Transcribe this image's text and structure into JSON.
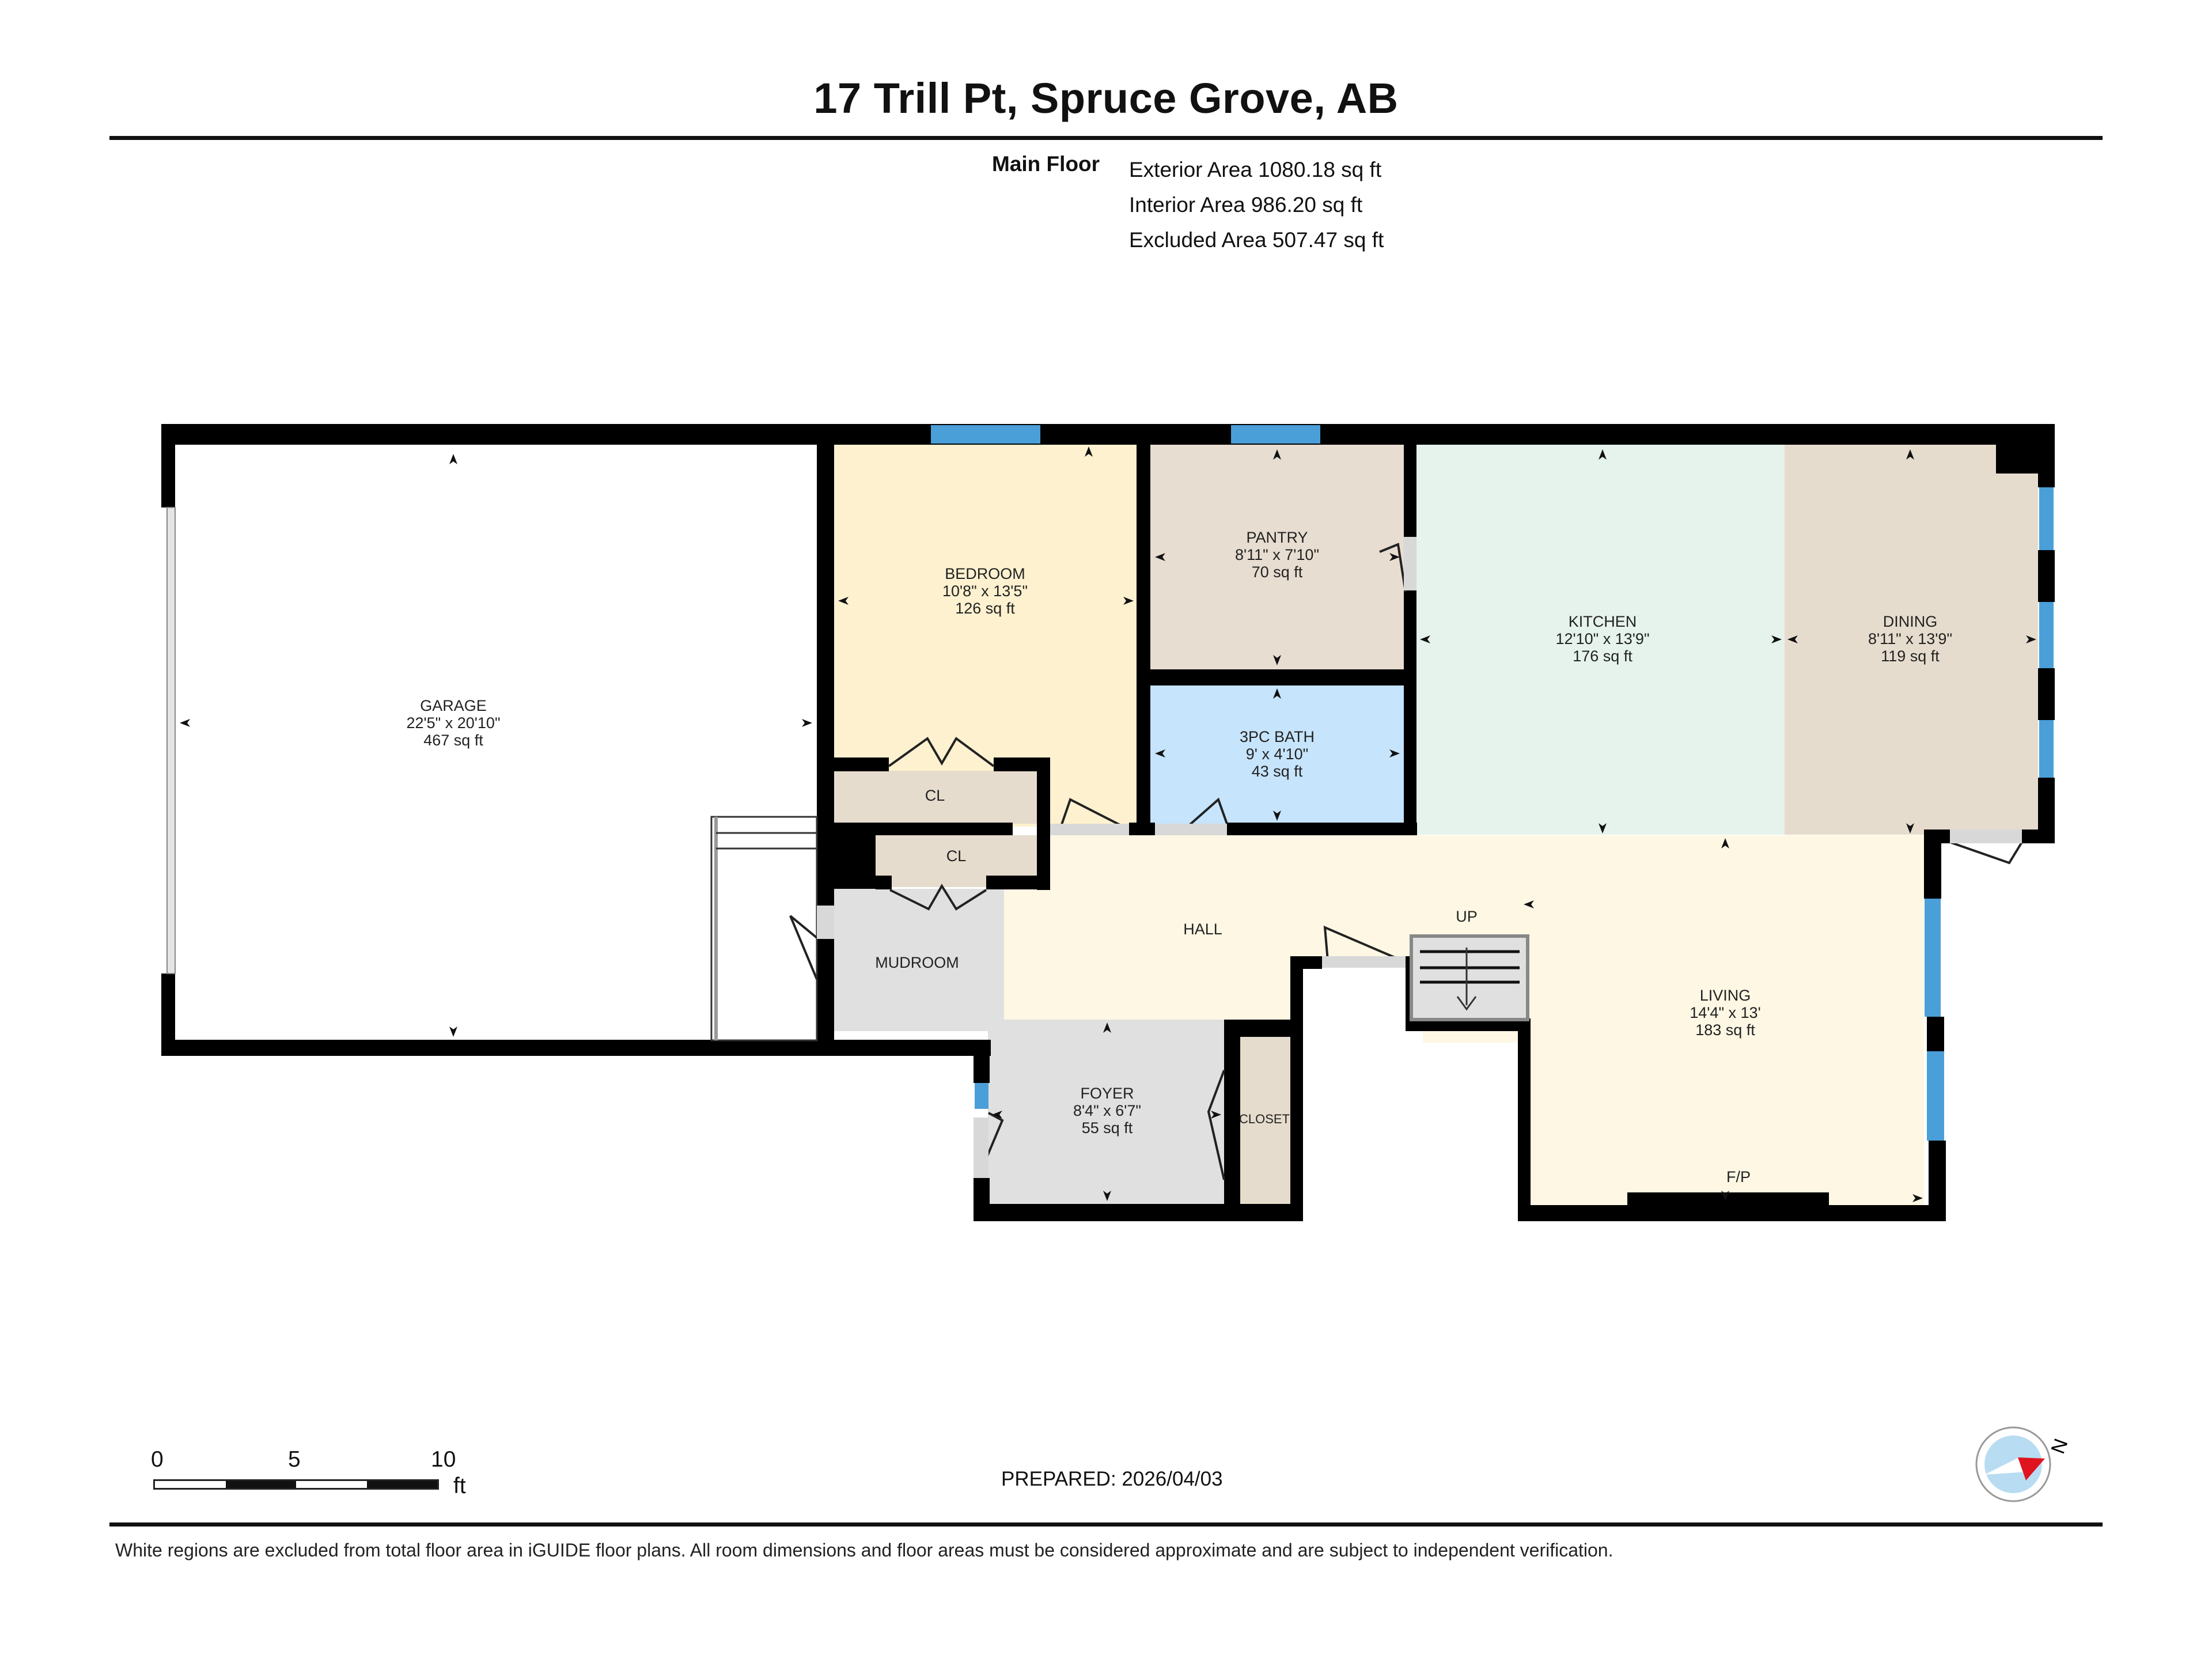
{
  "header": {
    "title": "17 Trill Pt, Spruce Grove, AB"
  },
  "summary": {
    "floor_name": "Main Floor",
    "areas": [
      "Exterior Area 1080.18 sq ft",
      "Interior Area 986.20 sq ft",
      "Excluded Area 507.47 sq ft"
    ]
  },
  "rooms": {
    "garage": {
      "name": "GARAGE",
      "dims": "22'5\" x 20'10\"",
      "area": "467 sq ft"
    },
    "bedroom": {
      "name": "BEDROOM",
      "dims": "10'8\" x 13'5\"",
      "area": "126 sq ft"
    },
    "pantry": {
      "name": "PANTRY",
      "dims": "8'11\" x 7'10\"",
      "area": "70 sq ft"
    },
    "bath": {
      "name": "3PC BATH",
      "dims": "9' x 4'10\"",
      "area": "43 sq ft"
    },
    "kitchen": {
      "name": "KITCHEN",
      "dims": "12'10\" x 13'9\"",
      "area": "176 sq ft"
    },
    "dining": {
      "name": "DINING",
      "dims": "8'11\" x 13'9\"",
      "area": "119 sq ft"
    },
    "living": {
      "name": "LIVING",
      "dims": "14'4\" x 13'",
      "area": "183 sq ft"
    },
    "foyer": {
      "name": "FOYER",
      "dims": "8'4\" x 6'7\"",
      "area": "55 sq ft"
    },
    "hall": {
      "name": "HALL"
    },
    "mudroom": {
      "name": "MUDROOM"
    },
    "closet1": {
      "name": "CL"
    },
    "closet2": {
      "name": "CL"
    },
    "closet3": {
      "name": "CLOSET"
    },
    "stairs": {
      "name": "UP"
    },
    "fireplace": {
      "name": "F/P"
    }
  },
  "colors": {
    "wall": "#000000",
    "window": "#4a9fd8",
    "bedroom": "#fdf1cf",
    "pantry": "#e7ddd0",
    "bath": "#c6e4fb",
    "kitchen": "#e5f3ec",
    "dining": "#e6dccd",
    "hall": "#fdf7e4",
    "mudroom": "#e0e0e0",
    "foyer": "#e0e0e0",
    "closet": "#e6dccd",
    "garage": "#ffffff",
    "compass_fill": "#b8dcf2",
    "compass_needle": "#e0141e"
  },
  "scale": {
    "ticks": [
      "0",
      "5",
      "10"
    ],
    "unit": "ft"
  },
  "compass": {
    "label": "N"
  },
  "footer": {
    "prepared": "PREPARED: 2026/04/03",
    "disclaimer": "White regions are excluded from total floor area in iGUIDE floor plans. All room dimensions and floor areas must be considered approximate and are subject to independent verification."
  }
}
